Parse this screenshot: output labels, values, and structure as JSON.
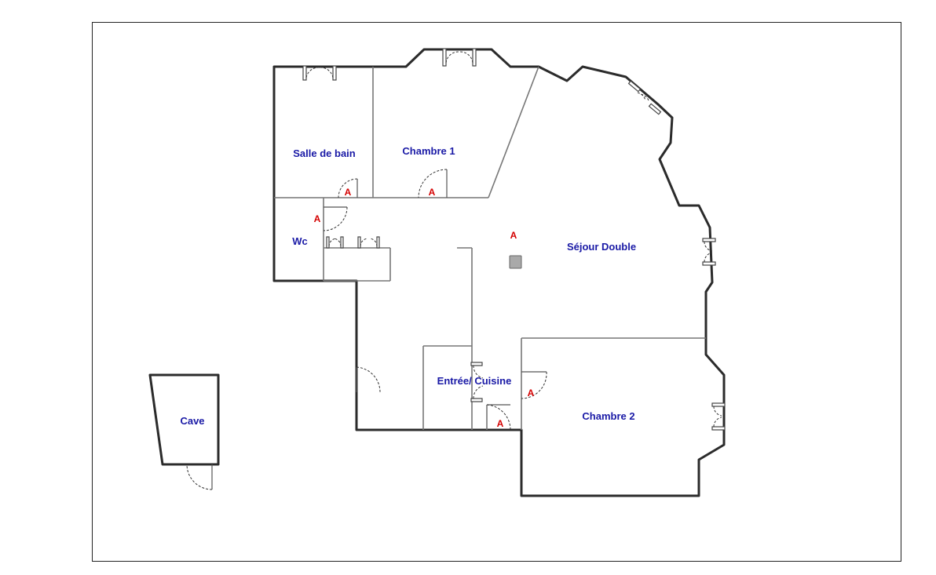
{
  "rooms": {
    "salle_de_bain": "Salle de bain",
    "chambre_1": "Chambre 1",
    "wc": "Wc",
    "sejour_double": "Séjour Double",
    "entree_cuisine": "Entrée/ Cuisine",
    "chambre_2": "Chambre 2",
    "cave": "Cave"
  },
  "markers": {
    "a1": "A",
    "a2": "A",
    "a3": "A",
    "a4": "A",
    "a5": "A",
    "a6": "A"
  },
  "colors": {
    "room_label": "#1a1aa6",
    "marker": "#d40000",
    "wall": "#2b2b2b",
    "partition": "#777777",
    "pillar": "#a9a9a9"
  }
}
